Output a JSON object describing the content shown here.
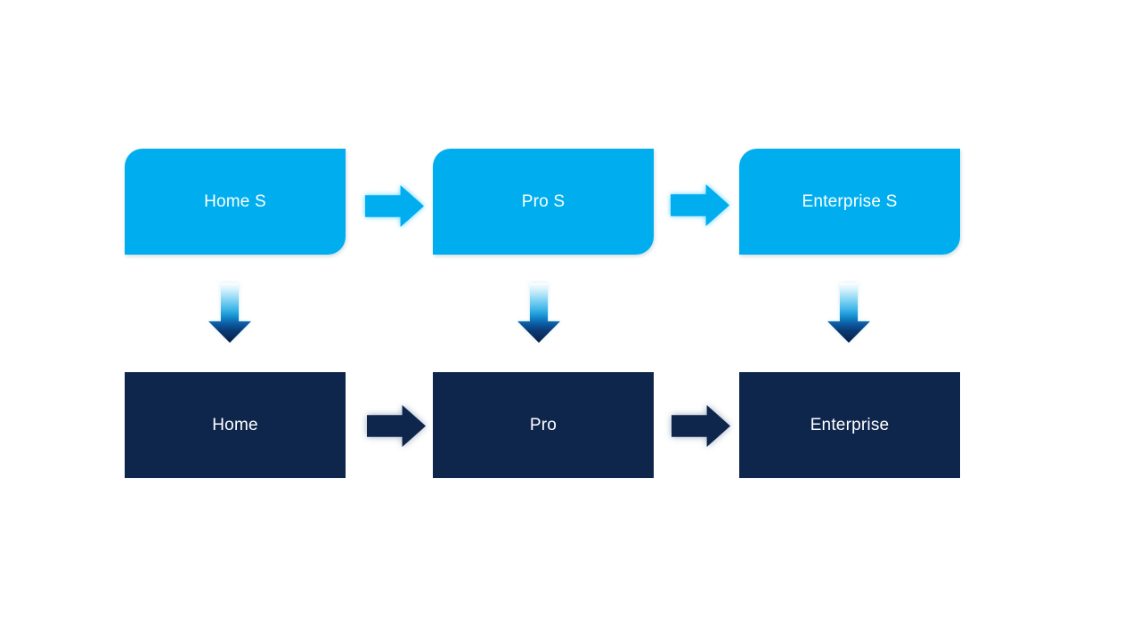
{
  "diagram": {
    "title_hint": "edition upgrade flow",
    "colors": {
      "top_box_fill": "#00AEEF",
      "bottom_box_fill": "#0F264C",
      "label_text": "#FFFFFF",
      "down_arrow_gradient_top": "#FDFFFF",
      "down_arrow_gradient_bottom": "#081F44"
    },
    "top_row": [
      {
        "id": "home-s",
        "label": "Home S"
      },
      {
        "id": "pro-s",
        "label": "Pro S"
      },
      {
        "id": "enterprise-s",
        "label": "Enterprise S"
      }
    ],
    "bottom_row": [
      {
        "id": "home",
        "label": "Home"
      },
      {
        "id": "pro",
        "label": "Pro"
      },
      {
        "id": "enterprise",
        "label": "Enterprise"
      }
    ],
    "edges": [
      {
        "from": "home-s",
        "to": "pro-s",
        "direction": "right",
        "style": "light-blue"
      },
      {
        "from": "pro-s",
        "to": "enterprise-s",
        "direction": "right",
        "style": "light-blue"
      },
      {
        "from": "home",
        "to": "pro",
        "direction": "right",
        "style": "dark-navy"
      },
      {
        "from": "pro",
        "to": "enterprise",
        "direction": "right",
        "style": "dark-navy"
      },
      {
        "from": "home-s",
        "to": "home",
        "direction": "down",
        "style": "gradient"
      },
      {
        "from": "pro-s",
        "to": "pro",
        "direction": "down",
        "style": "gradient"
      },
      {
        "from": "enterprise-s",
        "to": "enterprise",
        "direction": "down",
        "style": "gradient"
      }
    ]
  }
}
